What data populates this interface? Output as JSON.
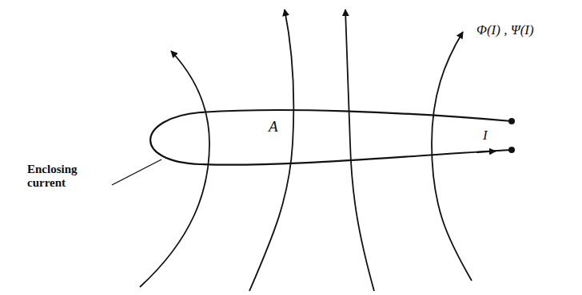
{
  "diagram": {
    "labels": [
      "A",
      "Φ(I) , Ψ(I)",
      "I",
      "Enclosing current"
    ]
  }
}
